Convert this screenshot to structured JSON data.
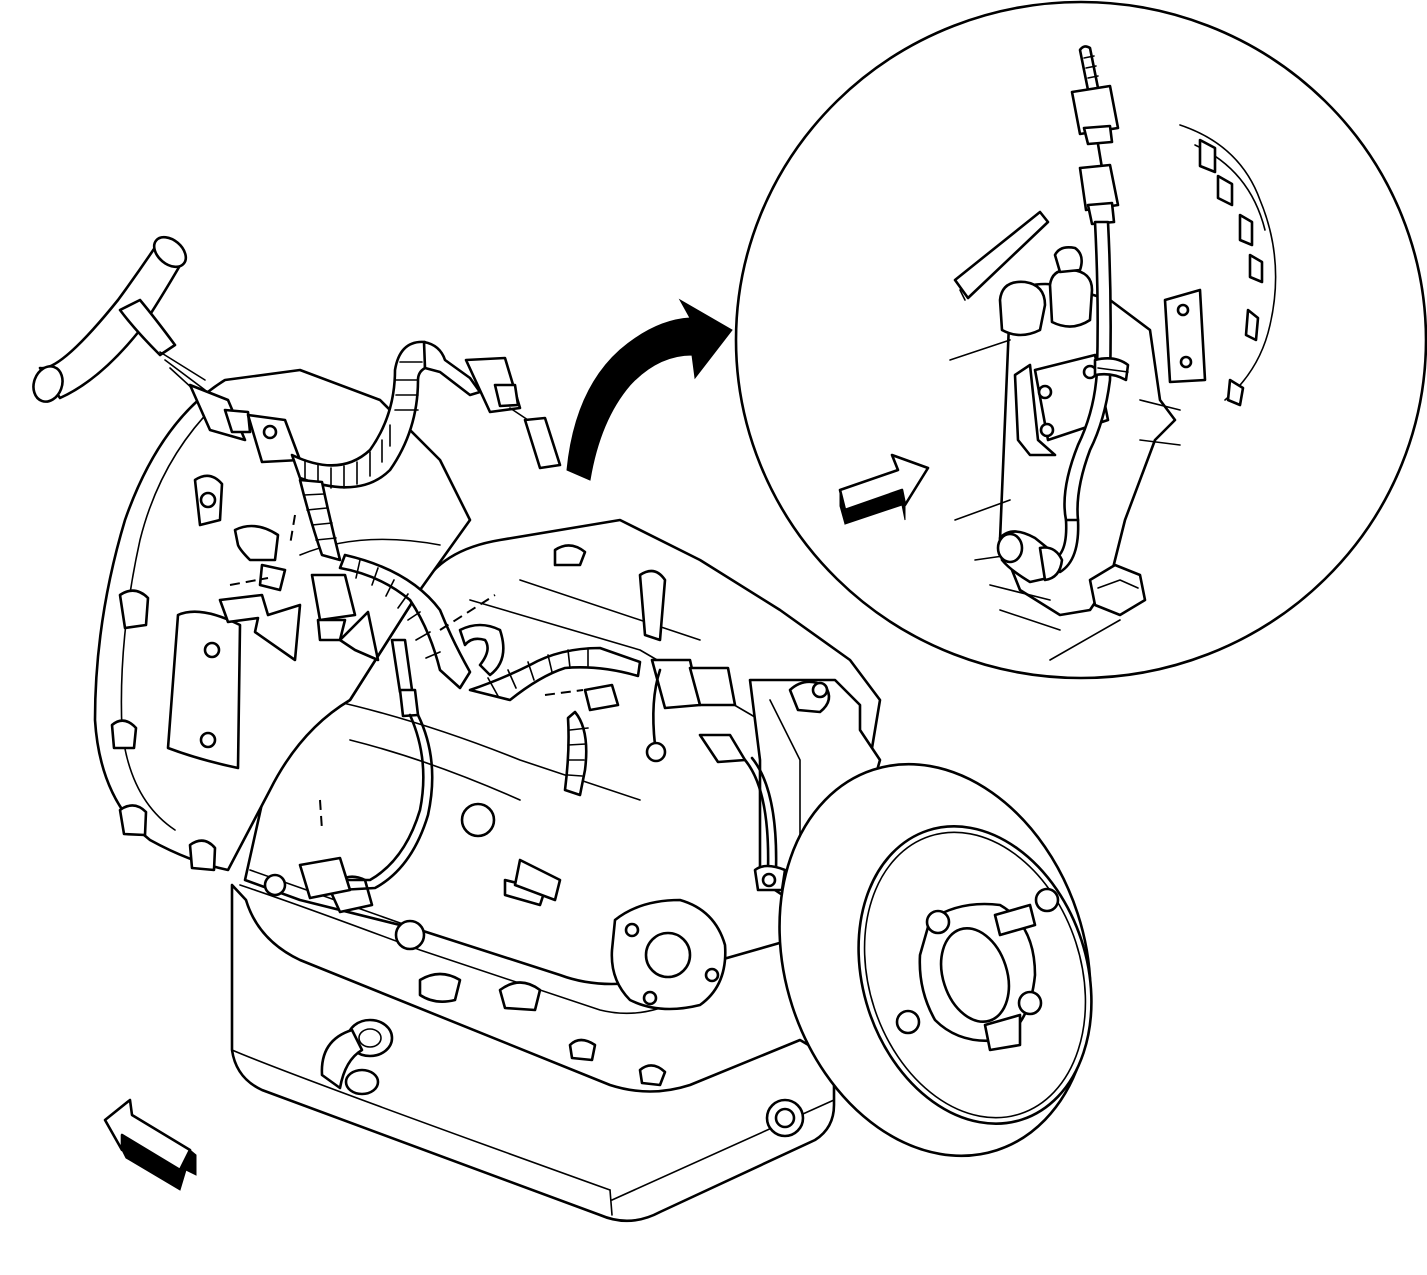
{
  "figure": {
    "subject": "transmission-wiring-harness-routing",
    "background": "#ffffff",
    "line_color": "#000000",
    "views": [
      "main-view",
      "detail-inset"
    ],
    "icons": [
      "view-direction-arrow-icon",
      "callout-arrow-icon"
    ]
  }
}
